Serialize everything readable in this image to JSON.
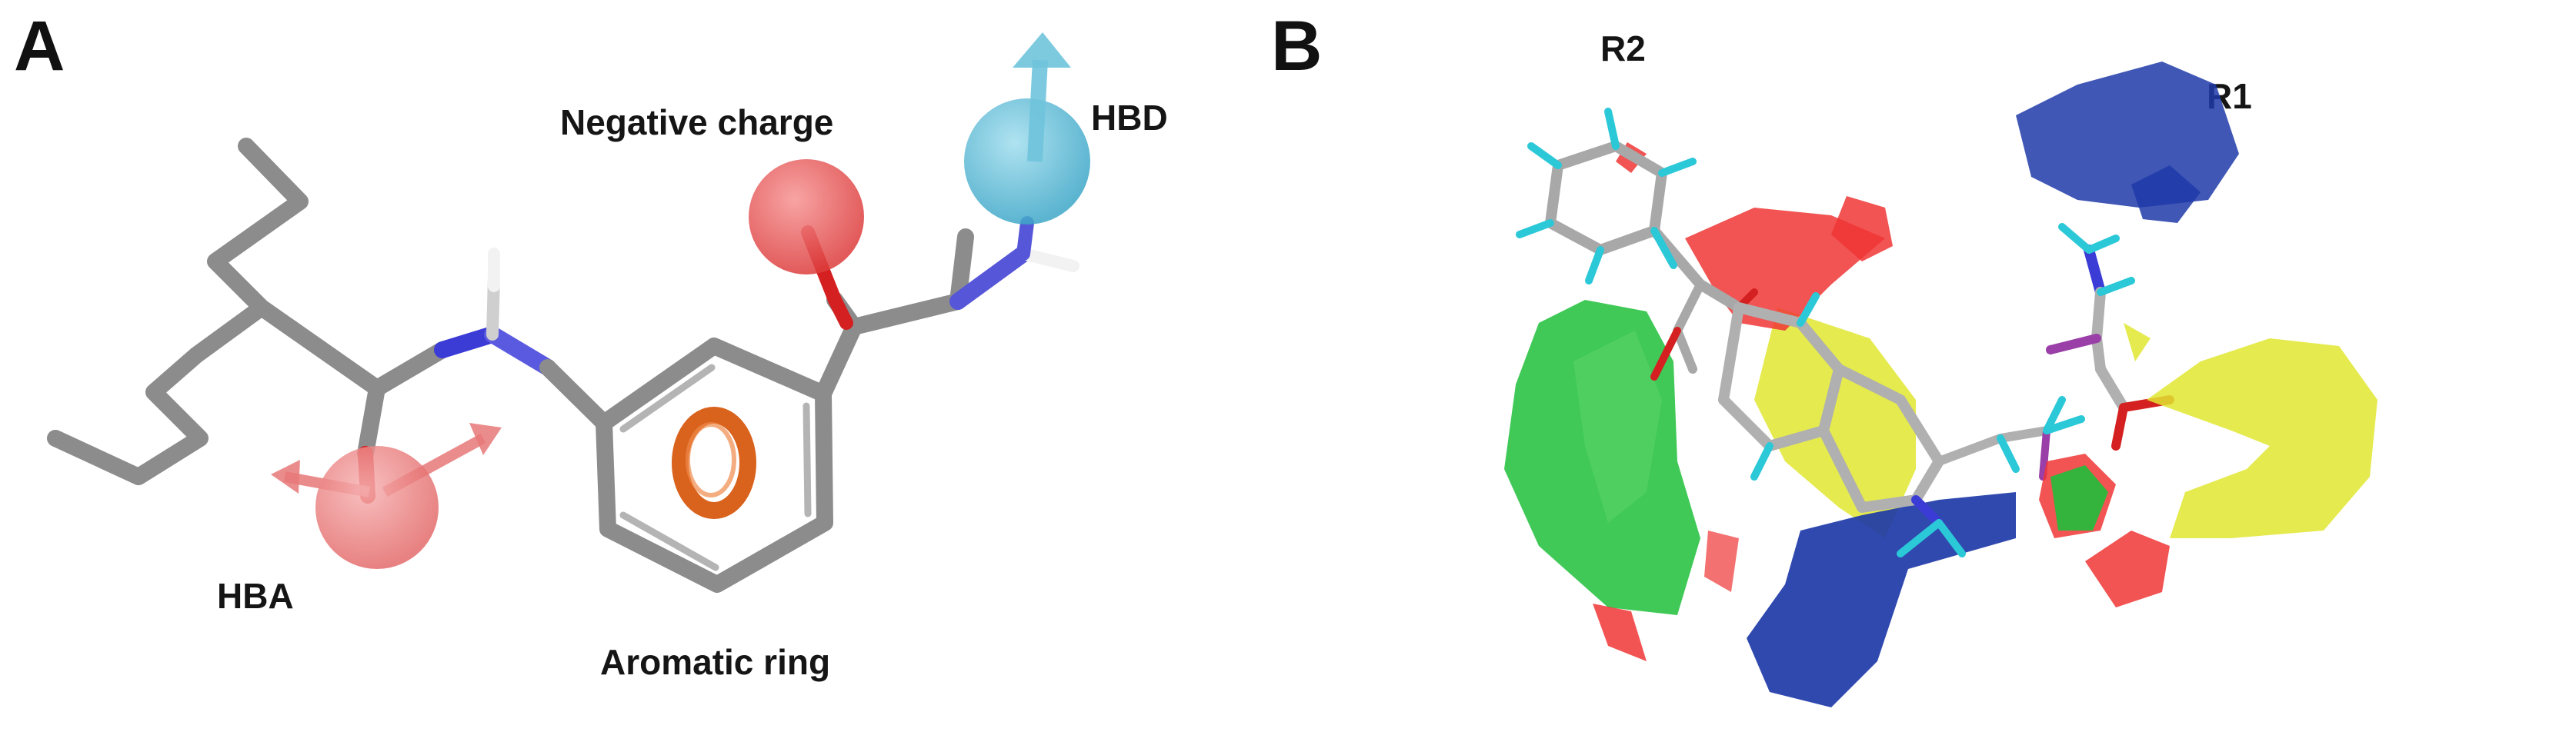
{
  "panel_a": {
    "letter": "A",
    "labels": {
      "negative_charge": "Negative charge",
      "hbd": "HBD",
      "hba": "HBA",
      "aromatic_ring": "Aromatic ring"
    },
    "colors": {
      "carbon": "#8c8c8c",
      "nitrogen": "#3b3bd6",
      "oxygen": "#d42020",
      "hydrogen": "#f2f2f2",
      "hba_feature": "#e86a6a",
      "negative_charge_feature": "#e24c4c",
      "hbd_feature": "#4fb3d3",
      "aromatic_feature": "#d9621d"
    }
  },
  "panel_b": {
    "letter": "B",
    "labels": {
      "r2": "R2",
      "r1": "R1"
    },
    "colors": {
      "green_contour": "#1fbf3a",
      "yellow_contour": "#e0e630",
      "red_contour": "#f03535",
      "blue_contour": "#1e3aa8",
      "hydrogen": "#2bc8d8",
      "halogen": "#9a3ea8"
    }
  }
}
